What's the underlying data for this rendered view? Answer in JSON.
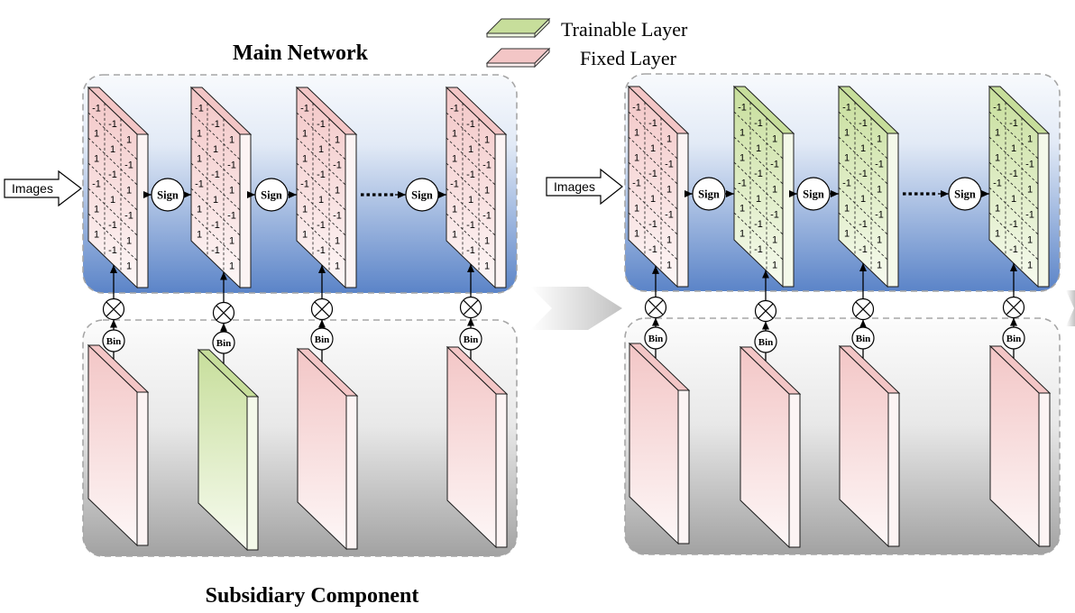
{
  "titles": {
    "main_network": "Main Network",
    "subsidiary_component": "Subsidiary Component"
  },
  "legend": {
    "trainable_label": "Trainable Layer",
    "fixed_label": "Fixed Layer",
    "trainable_color": "#c7de9b",
    "fixed_color": "#f3c6c6"
  },
  "colors": {
    "main_network_fill": "#5b84c8",
    "subsidiary_fill": "#a2a2a2"
  },
  "input_label": "Images",
  "operations": {
    "sign": "Sign",
    "bin": "Bin"
  },
  "weight_pattern": [
    "-1",
    "-1",
    "1",
    "1",
    "1",
    "-1",
    "1",
    "-1",
    "1",
    "-1",
    "1",
    "-1",
    "1",
    "-1",
    "1",
    "1",
    "-1",
    "1"
  ],
  "panels": [
    {
      "main_trainable": [
        false,
        false,
        false,
        false
      ],
      "sub_trainable": [
        false,
        true,
        false,
        false
      ]
    },
    {
      "main_trainable": [
        false,
        true,
        true,
        true
      ],
      "sub_trainable": [
        false,
        false,
        false,
        false
      ]
    }
  ]
}
